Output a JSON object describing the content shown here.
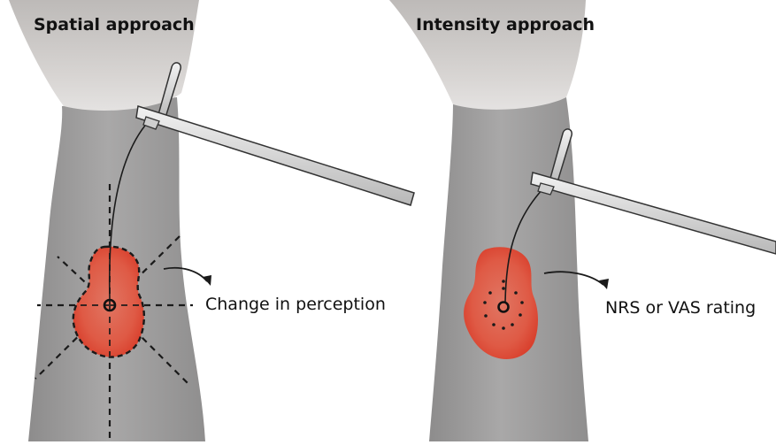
{
  "panels": [
    {
      "title": "Spatial approach",
      "annotation": "Change in perception"
    },
    {
      "title": "Intensity approach",
      "annotation": "NRS or VAS rating"
    }
  ],
  "colors": {
    "limb": "#9c9b9b",
    "hand": "#c9c6c4",
    "lesion": "#e2553f",
    "outline": "#1a1a1a",
    "instrument": "#d9d9d9"
  },
  "icons": [
    "leg-icon",
    "hand-icon",
    "probe-icon",
    "pain-area-icon",
    "arrow-icon"
  ]
}
